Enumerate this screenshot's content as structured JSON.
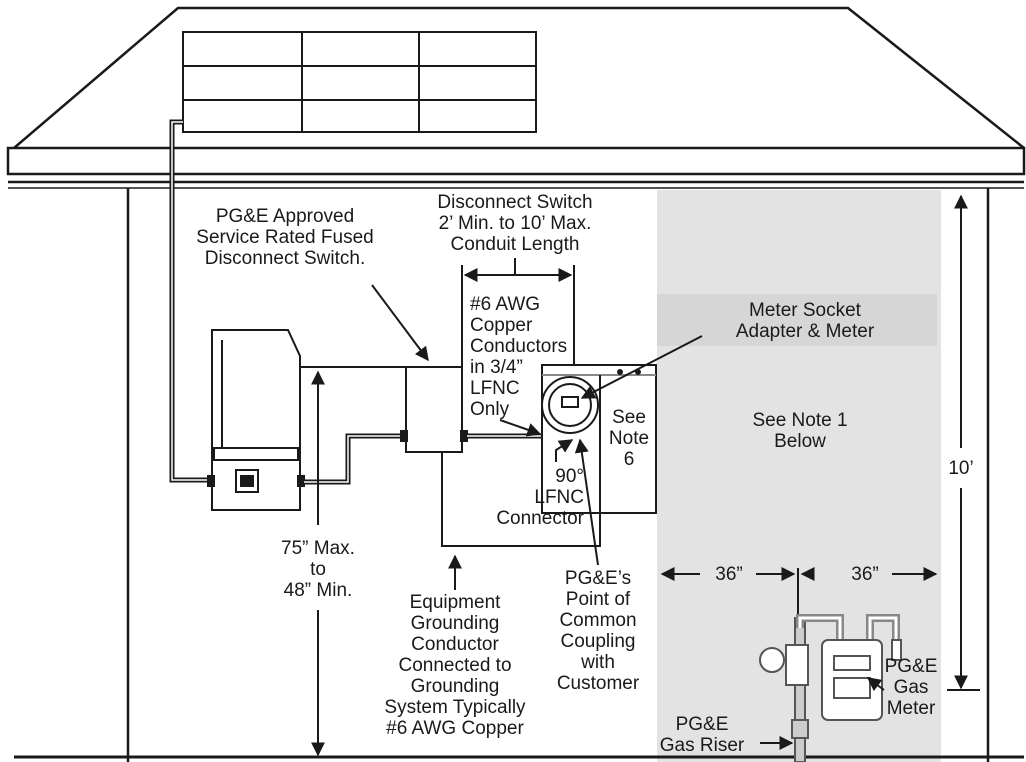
{
  "labels": {
    "fused_disconnect": "PG&E Approved\nService Rated Fused\nDisconnect Switch.",
    "conduit_length": "Disconnect Switch\n2’ Min. to 10’ Max.\nConduit Length",
    "conductors": "#6 AWG\nCopper\nConductors\nin 3/4”\nLFNC\nOnly",
    "meter_socket": "Meter Socket\nAdapter & Meter",
    "see_note_6": "See\nNote\n6",
    "see_note_1": "See Note 1\nBelow",
    "height_10ft": "10’",
    "lfnc_connector": "90°\nLFNC\nConnector",
    "mount_height": "75” Max.\nto\n48” Min.",
    "grounding_conductor": "Equipment\nGrounding\nConductor\nConnected to\nGrounding\nSystem Typically\n#6 AWG Copper",
    "point_of_coupling": "PG&E’s\nPoint of\nCommon\nCoupling\nwith\nCustomer",
    "clearance_left": "36”",
    "clearance_right": "36”",
    "gas_meter": "PG&E\nGas\nMeter",
    "gas_riser": "PG&E\nGas Riser"
  },
  "colors": {
    "line": "#1a1a1a",
    "clearance_zone": "#e3e3e3",
    "meter_zone": "#d6d6d6",
    "pipe": "#888888"
  }
}
